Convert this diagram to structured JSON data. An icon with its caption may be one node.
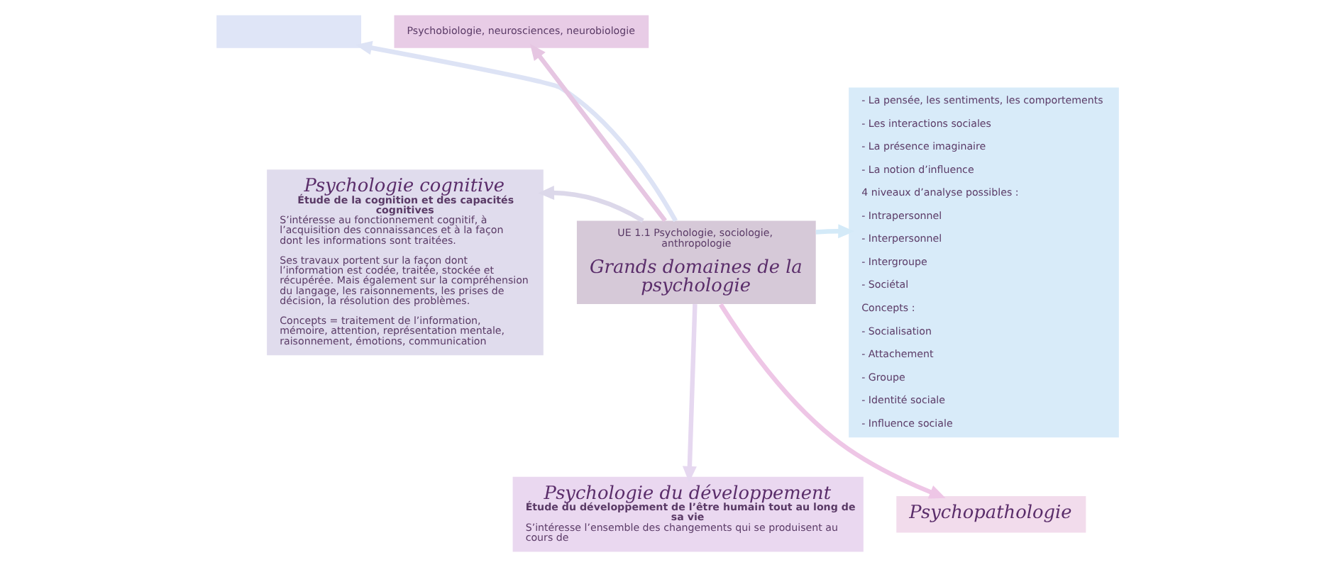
{
  "diagram": {
    "nodes": [
      {
        "text": [],
        "shape": "box"
      },
      {
        "text": [
          "Psychobiologie, neurosciences, neurobiologie"
        ]
      },
      {
        "text": [
          "- La pensée, les sentiments, les comportements",
          "- Les interactions sociales",
          "- La présence imaginaire",
          "- La notion d’influence",
          "4 niveaux d’analyse possibles :",
          "- Intrapersonnel",
          "- Interpersonnel",
          "- Intergroupe",
          "- Sociétal",
          "Concepts :",
          "- Socialisation",
          "- Attachement",
          "- Groupe",
          "- Identité sociale",
          "- Influence sociale"
        ]
      },
      {
        "text": [
          "Psychologie cognitive",
          "Étude de la cognition et des capacités cognitives",
          "S’intéresse au fonctionnement cognitif, à l’acquisition des connaissances et à la façon dont les informations sont traitées.",
          "Ses travaux portent sur la façon dont l’information est codée, traitée, stockée et récupérée. Mais également sur la compréhension du langage, les raisonnements, les prises de décision, la résolution des problèmes.",
          "Concepts = traitement de l’information, mémoire, attention, représentation mentale, raisonnement, émotions, communication"
        ]
      },
      {
        "text": [
          "UE 1.1 Psychologie, sociologie, anthropologie",
          "Grands domaines de la psychologie"
        ]
      },
      {
        "text": [
          "Psychologie du développement",
          "Étude du développement de l’être humain tout au long de sa vie",
          "S’intéresse l’ensemble des changements qui se produisent au cours de"
        ]
      },
      {
        "text": [
          "Psychopathologie"
        ]
      }
    ],
    "edges": [
      {
        "from": 4,
        "to": 0,
        "arrow": "to",
        "color": "#dde3f5"
      },
      {
        "from": 4,
        "to": 1,
        "arrow": "to",
        "color": "#e6c6e2"
      },
      {
        "from": 4,
        "to": 2,
        "arrow": "to",
        "color": "#d4eaf8"
      },
      {
        "from": 4,
        "to": 3,
        "arrow": "to",
        "color": "#dcd8ea"
      },
      {
        "from": 4,
        "to": 6,
        "arrow": "to",
        "color": "#eec6e6"
      },
      {
        "from": 4,
        "to": 5,
        "arrow": "to",
        "color": "#e6d8f0"
      }
    ]
  }
}
